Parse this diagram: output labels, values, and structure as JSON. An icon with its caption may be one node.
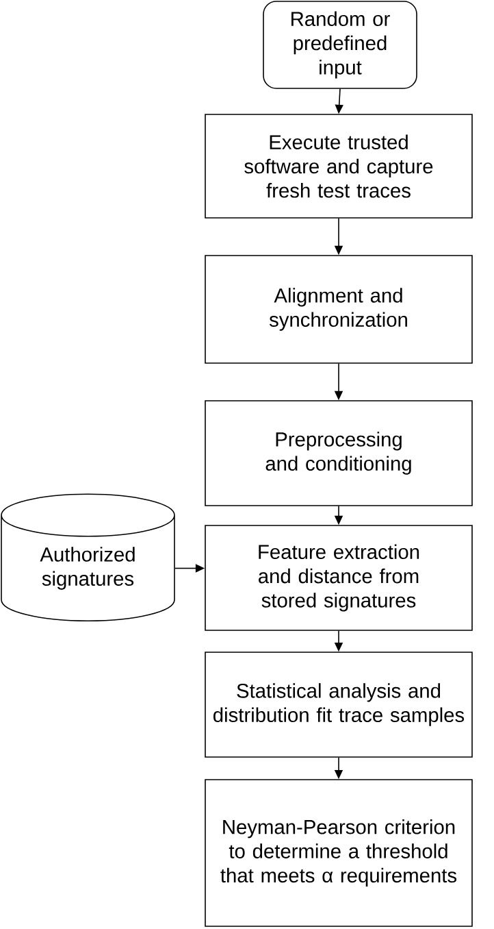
{
  "diagram": {
    "nodes": [
      {
        "text": [
          "Random or predefined input"
        ]
      },
      {
        "text": [
          "Execute trusted software and capture fresh test traces"
        ]
      },
      {
        "text": [
          "Alignment and synchronization"
        ]
      },
      {
        "text": [
          "Preprocessing and conditioning"
        ]
      },
      {
        "text": [
          "Feature extraction and distance from stored signatures"
        ]
      },
      {
        "text": [
          "Authorized signatures"
        ]
      },
      {
        "text": [
          "Statistical analysis and distribution fit trace samples"
        ]
      },
      {
        "text": [
          "Neyman-Pearson criterion to determine a threshold that meets α requirements"
        ]
      }
    ],
    "edges": [
      {
        "from": 0,
        "to": 1,
        "arrow": "to"
      },
      {
        "from": 1,
        "to": 2,
        "arrow": "to"
      },
      {
        "from": 2,
        "to": 3,
        "arrow": "to"
      },
      {
        "from": 3,
        "to": 4,
        "arrow": "to"
      },
      {
        "from": 5,
        "to": 4,
        "arrow": "to"
      },
      {
        "from": 4,
        "to": 6,
        "arrow": "to"
      },
      {
        "from": 6,
        "to": 7,
        "arrow": "to"
      }
    ]
  }
}
